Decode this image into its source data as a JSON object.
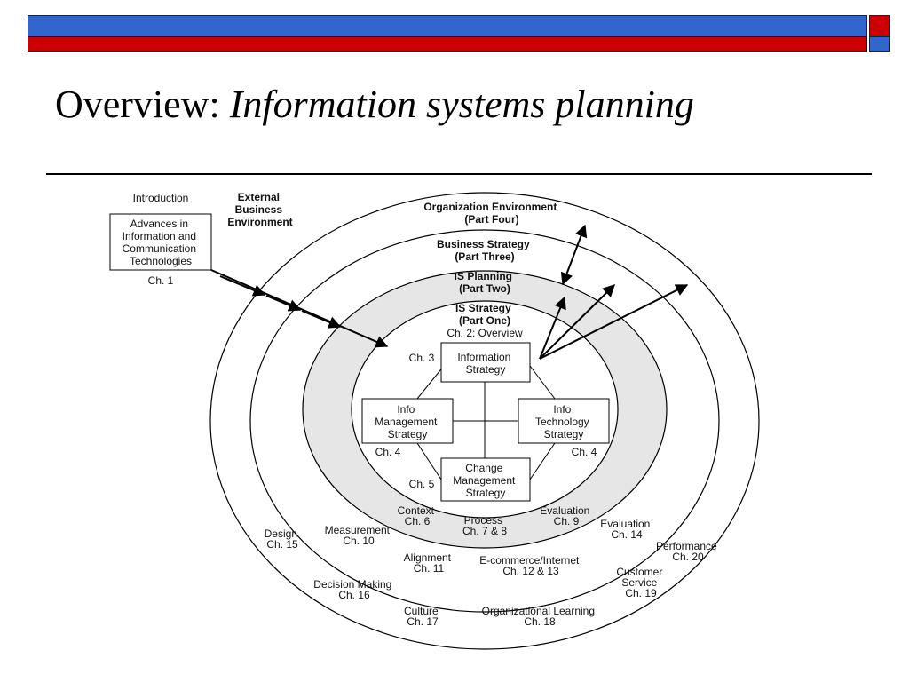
{
  "colors": {
    "bar_blue": "#3366cc",
    "bar_red": "#cc0000",
    "ring_shade": "#e6e6e6"
  },
  "title": {
    "lead": "Overview: ",
    "italic": "Information systems planning"
  },
  "diagram": {
    "introduction": "Introduction",
    "advances": [
      "Advances in",
      "Information and",
      "Communication",
      "Technologies"
    ],
    "advances_ch": "Ch. 1",
    "external": [
      "External",
      "Business",
      "Environment"
    ],
    "org_env": [
      "Organization Environment",
      "(Part Four)"
    ],
    "business_strategy": [
      "Business Strategy",
      "(Part Three)"
    ],
    "is_planning": [
      "IS Planning",
      "(Part Two)"
    ],
    "is_strategy": [
      "IS Strategy",
      "(Part One)"
    ],
    "overview": "Ch. 2: Overview",
    "ch3": "Ch. 3",
    "info_strategy": [
      "Information",
      "Strategy"
    ],
    "info_mgmt": [
      "Info",
      "Management",
      "Strategy"
    ],
    "info_tech": [
      "Info",
      "Technology",
      "Strategy"
    ],
    "change_mgmt": [
      "Change",
      "Management",
      "Strategy"
    ],
    "ch4_left": "Ch. 4",
    "ch4_right": "Ch. 4",
    "ch5": "Ch. 5",
    "context": [
      "Context",
      "Ch. 6"
    ],
    "process": [
      "Process",
      "Ch. 7 & 8"
    ],
    "evaluation_inner": [
      "Evaluation",
      "Ch. 9"
    ],
    "evaluation_outer": [
      "Evaluation",
      "Ch. 14"
    ],
    "measurement": [
      "Measurement",
      "Ch. 10"
    ],
    "design": [
      "Design",
      "Ch. 15"
    ],
    "alignment": [
      "Alignment",
      "Ch. 11"
    ],
    "ecommerce": [
      "E-commerce/Internet",
      "Ch. 12 & 13"
    ],
    "performance": [
      "Performance",
      "Ch. 20"
    ],
    "customer_service": [
      "Customer",
      "Service",
      "Ch. 19"
    ],
    "decision_making": [
      "Decision Making",
      "Ch. 16"
    ],
    "culture": [
      "Culture",
      "Ch. 17"
    ],
    "org_learning": [
      "Organizational Learning",
      "Ch. 18"
    ]
  }
}
